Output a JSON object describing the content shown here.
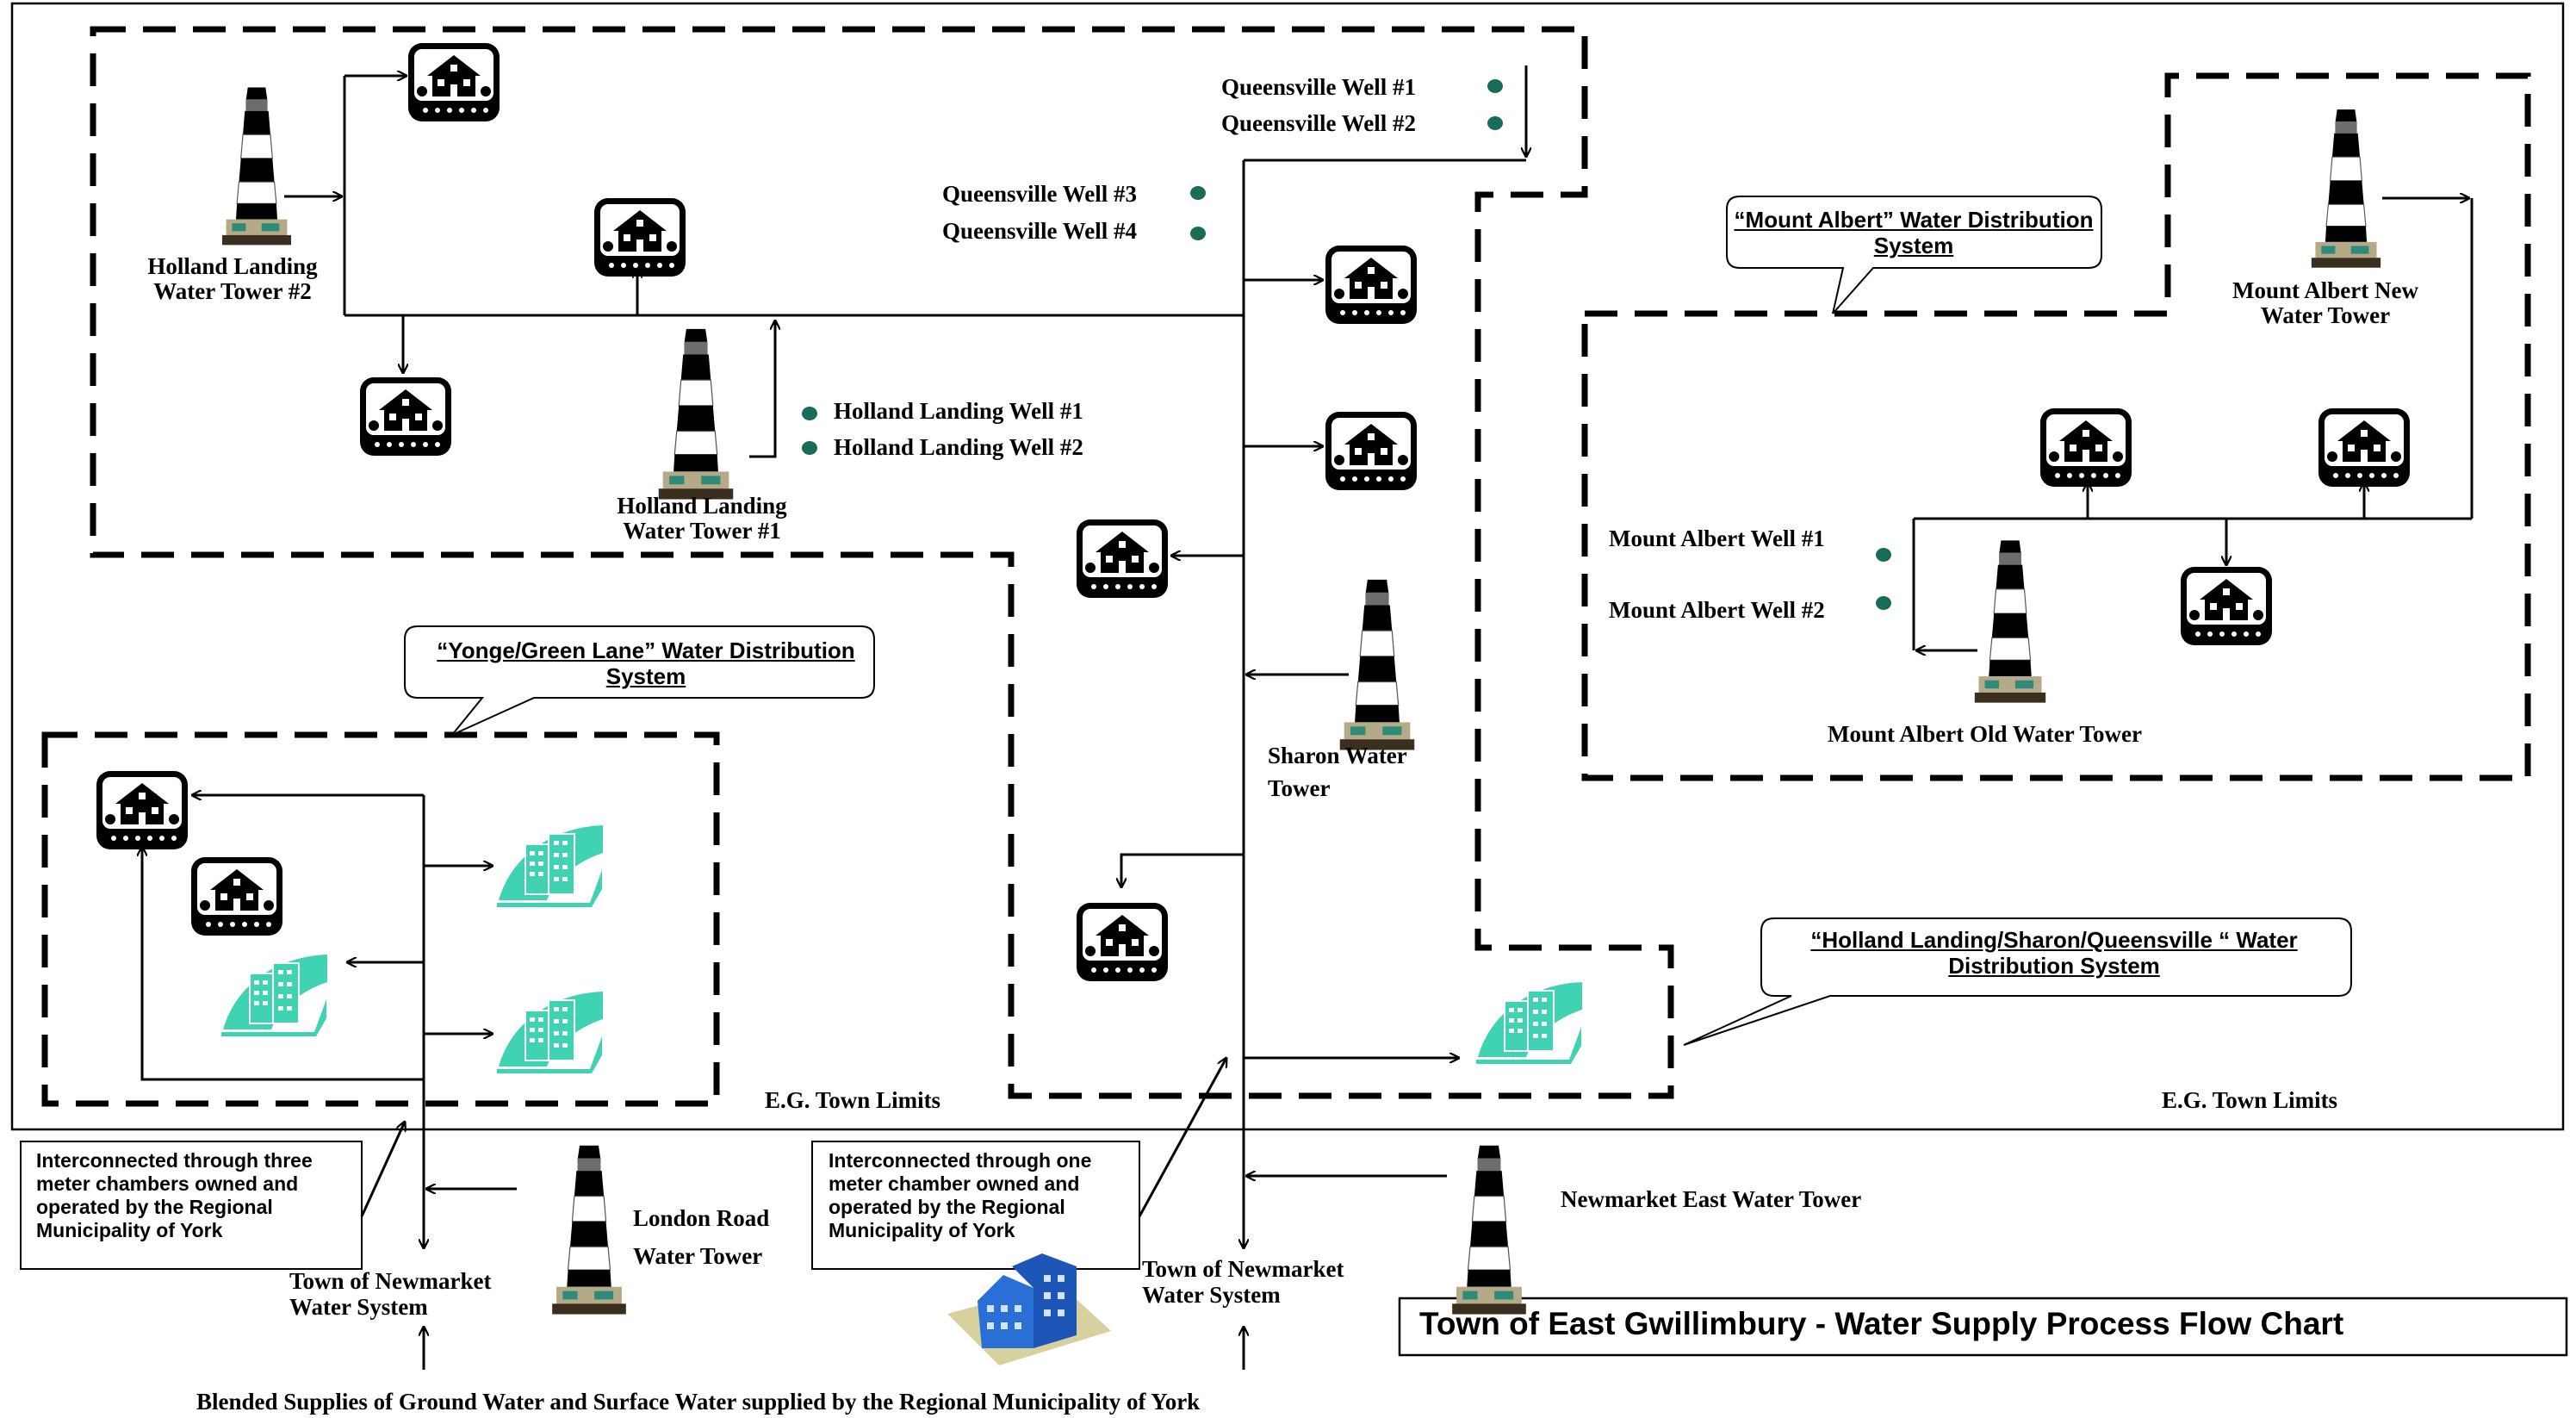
{
  "title": "Town of East Gwillimbury - Water Supply Process Flow Chart",
  "callouts": {
    "mount_albert": "“Mount Albert” Water Distribution System",
    "yonge_green": "“Yonge/Green Lane” Water Distribution System",
    "holland_sharon": "“Holland Landing/Sharon/Queensville “ Water Distribution System"
  },
  "wells": {
    "queensville_1": "Queensville Well #1",
    "queensville_2": "Queensville Well #2",
    "queensville_3": "Queensville Well #3",
    "queensville_4": "Queensville Well #4",
    "holland_1": "Holland Landing Well #1",
    "holland_2": "Holland Landing Well #2",
    "mount_albert_1": "Mount Albert Well #1",
    "mount_albert_2": "Mount Albert Well #2"
  },
  "towers": {
    "holland_2": "Holland Landing Water Tower #2",
    "holland_1": "Holland Landing Water Tower #1",
    "sharon": "Sharon Water Tower",
    "mount_albert_new": "Mount Albert New Water Tower",
    "mount_albert_old": "Mount Albert Old  Water Tower",
    "london_road": "London Road Water Tower",
    "newmarket_east": "Newmarket East Water Tower"
  },
  "town_limits": {
    "left": "E.G. Town Limits",
    "right": "E.G. Town Limits"
  },
  "notes": {
    "three_chambers": "Interconnected through three meter chambers owned and operated by the Regional Municipality of York",
    "one_chamber": "Interconnected through one meter chamber owned and operated by the Regional Municipality of York"
  },
  "newmarket": {
    "left": "Town of Newmarket Water System",
    "right": "Town of Newmarket Water System"
  },
  "footer": "Blended Supplies of Ground Water and Surface Water supplied by the Regional Municipality of York",
  "colors": {
    "line": "#000000",
    "well_dot": "#1a6b5a",
    "building": "#3fd3b4",
    "regional_building": "#2a6fd6",
    "callout_fill": "#ffffff"
  }
}
